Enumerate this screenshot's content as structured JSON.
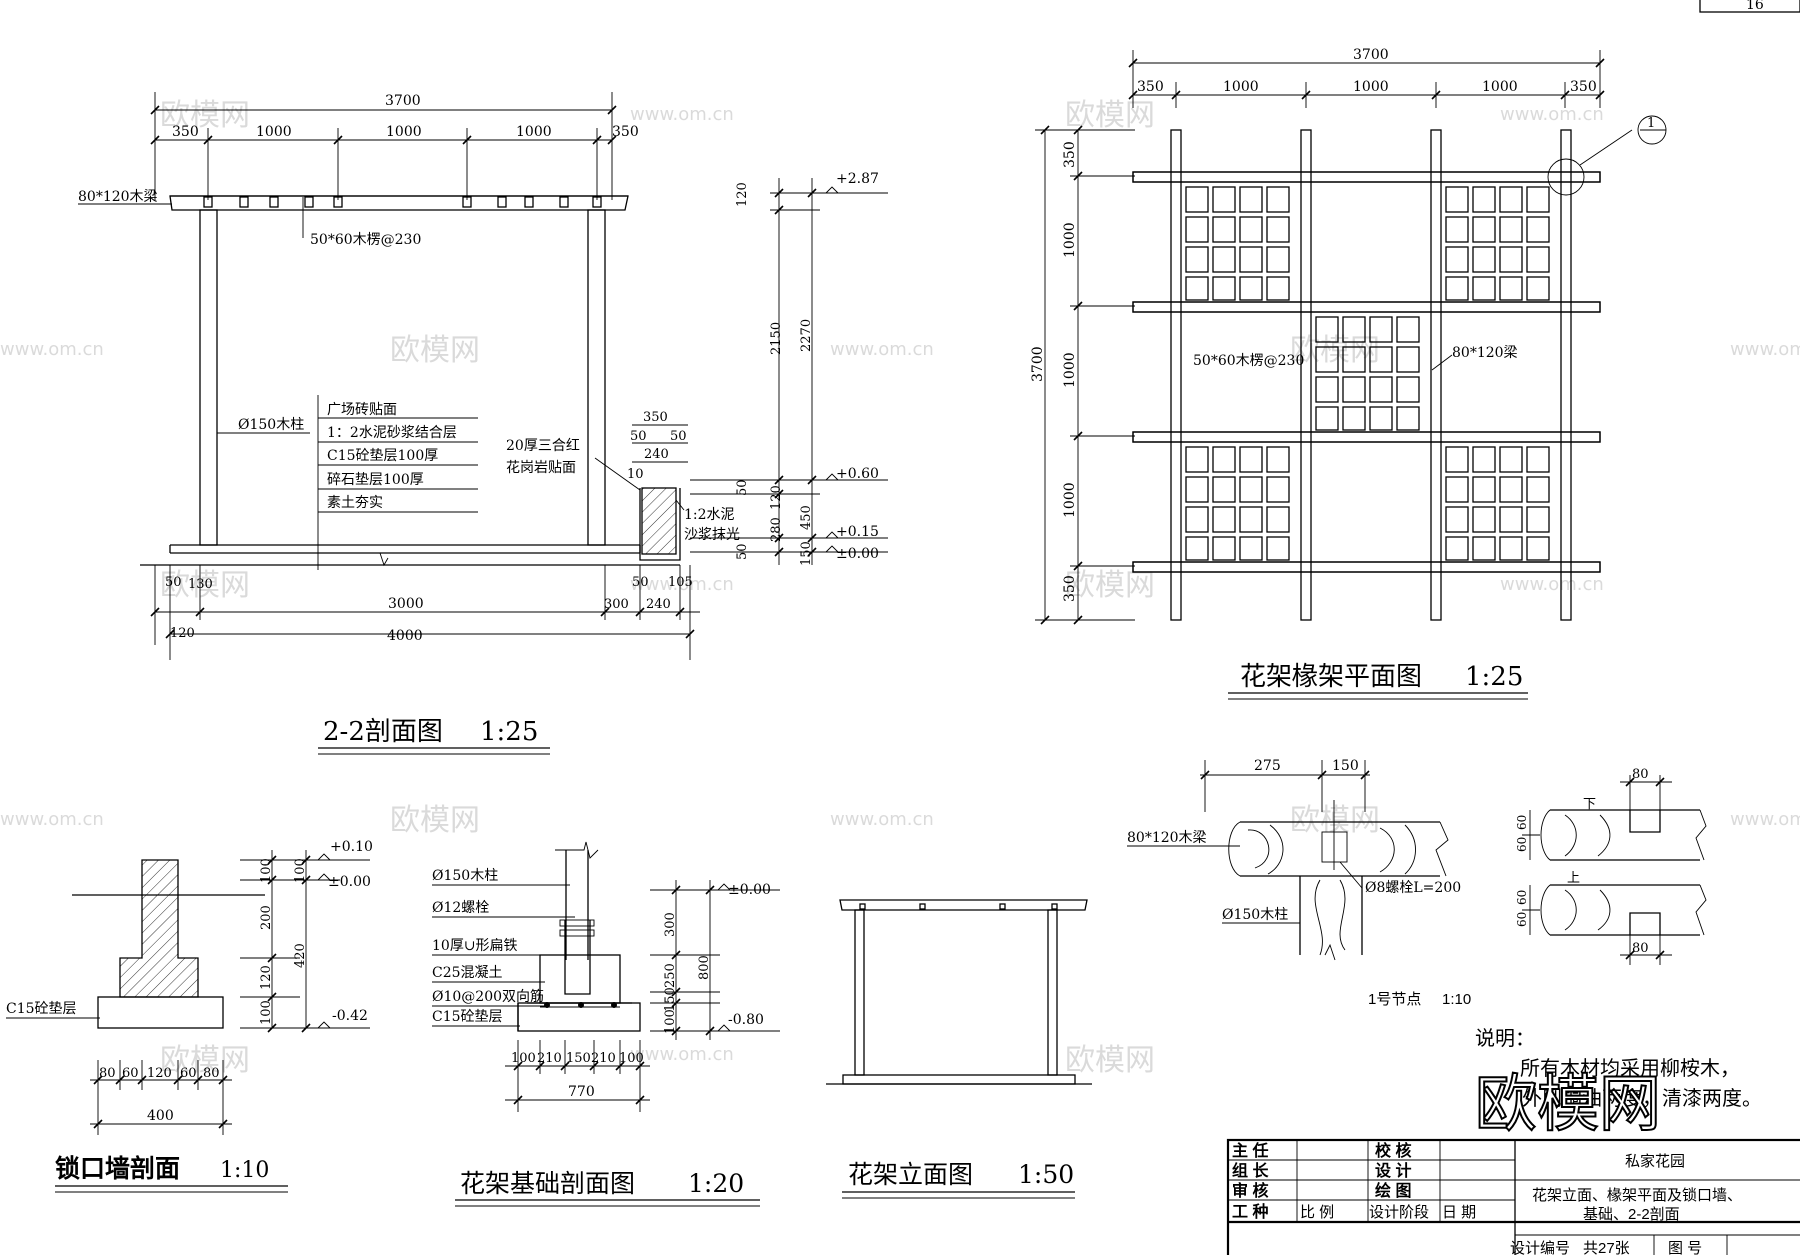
{
  "page_number": "16",
  "section_2_2": {
    "title": "2-2剖面图",
    "scale": "1:25",
    "beam_label": "80*120木梁",
    "rafter_label": "50*60木楞@230",
    "column_label": "Ø150木柱",
    "layers": [
      "广场砖贴面",
      "1：2水泥砂浆结合层",
      "C15砼垫层100厚",
      "碎石垫层100厚",
      "素土夯实"
    ],
    "granite_label_1": "20厚三合红",
    "granite_label_2": "花岗岩贴面",
    "mortar_label_1": "1:2水泥",
    "mortar_label_2": "沙浆抹光",
    "dim_total_top": "3700",
    "dim_top_segments": [
      "350",
      "1000",
      "1000",
      "1000",
      "350"
    ],
    "dim_bottom_a": "50",
    "dim_bottom_b": "130",
    "dim_bottom_c": "120",
    "dim_bottom_span": "3000",
    "dim_bottom_total": "4000",
    "dim_bottom_d": "50",
    "dim_bottom_e": "105",
    "dim_bottom_f": "300",
    "dim_bottom_g": "240",
    "wall_dims": [
      "350",
      "50",
      "50",
      "240",
      "10"
    ],
    "vertical_dims": [
      "120",
      "2150",
      "2270",
      "50",
      "120",
      "280",
      "50",
      "450",
      "150"
    ],
    "levels": [
      "+2.87",
      "+0.60",
      "+0.15",
      "±0.00"
    ]
  },
  "rafter_plan": {
    "title": "花架椽架平面图",
    "scale": "1:25",
    "dim_total_top": "3700",
    "dim_top_segments": [
      "350",
      "1000",
      "1000",
      "1000",
      "350"
    ],
    "dim_total_side": "3700",
    "dim_side_segments": [
      "350",
      "1000",
      "1000",
      "1000",
      "350"
    ],
    "rafter_label": "50*60木楞@230",
    "beam_label": "80*120梁",
    "detail_ref": "1"
  },
  "lock_wall": {
    "title": "锁口墙剖面",
    "scale": "1:10",
    "cushion_label": "C15砼垫层",
    "vertical_dims": [
      "100",
      "100",
      "200",
      "120",
      "100",
      "420"
    ],
    "levels": [
      "+0.10",
      "±0.00",
      "-0.42"
    ],
    "bottom_dims": [
      "80",
      "60",
      "120",
      "60",
      "80"
    ],
    "bottom_total": "400"
  },
  "foundation": {
    "title": "花架基础剖面图",
    "scale": "1:20",
    "labels": [
      "Ø150木柱",
      "Ø12螺栓",
      "10厚∪形扁铁",
      "C25混凝土",
      "Ø10@200双向筋",
      "C15砼垫层"
    ],
    "vertical_dims": [
      "300",
      "250",
      "150",
      "100",
      "800"
    ],
    "levels": [
      "±0.00",
      "-0.80"
    ],
    "bottom_dims": [
      "100",
      "210",
      "150",
      "210",
      "100"
    ],
    "bottom_total": "770"
  },
  "elevation": {
    "title": "花架立面图",
    "scale": "1:50"
  },
  "node_1": {
    "title": "1号节点",
    "scale": "1:10",
    "beam_label": "80*120木梁",
    "bolt_label": "Ø8螺栓L=200",
    "column_label": "Ø150木柱",
    "dims_top": [
      "275",
      "150"
    ],
    "right_dims": [
      "80",
      "60",
      "60",
      "60",
      "60",
      "80"
    ],
    "down_label": "下",
    "up_label": "上"
  },
  "notes": {
    "heading": "说明：",
    "line1": "所有木材均采用柳桉木，",
    "line2": "外刷桐油两度，清漆两度。"
  },
  "title_block": {
    "row1_left": "主  任",
    "row1_mid": "校  核",
    "row2_left": "组  长",
    "row2_mid": "设  计",
    "row3_left": "审  核",
    "row3_mid": "绘  图",
    "row4_a": "工  种",
    "row4_b": "比  例",
    "row4_c": "设计阶段",
    "row4_d": "日  期",
    "project": "私家花园",
    "drawing_title_1": "花架立面、椽架平面及锁口墙、",
    "drawing_title_2": "基础、2-2剖面",
    "design_no": "设计编号",
    "sheets": "共27张",
    "figure": "图  号"
  },
  "watermark": {
    "brand": "欧模网",
    "url": "www.om.cn",
    "logo": "欧模网"
  }
}
